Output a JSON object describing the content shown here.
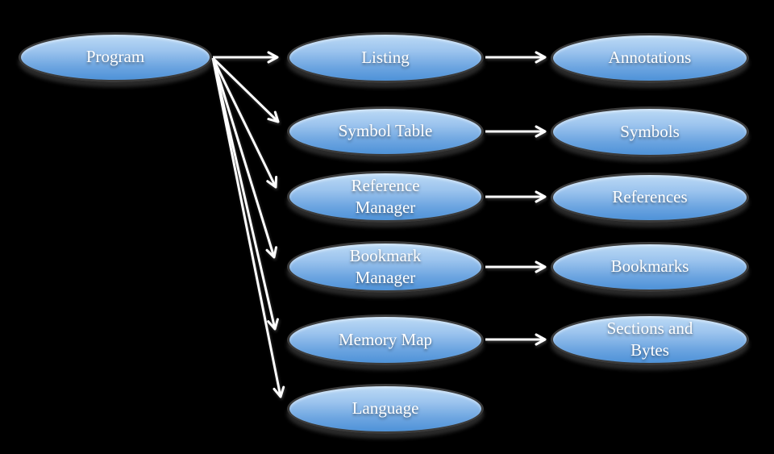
{
  "colors": {
    "background": "#000000",
    "node_fill_top": "#bcdaf5",
    "node_fill_bottom": "#4e92d8",
    "node_border": "#3a3a3a",
    "node_text": "#ffffff",
    "arrow": "#ffffff"
  },
  "nodes": {
    "program": {
      "label": "Program",
      "lines": [
        "Program"
      ]
    },
    "listing": {
      "label": "Listing",
      "lines": [
        "Listing"
      ]
    },
    "annotations": {
      "label": "Annotations",
      "lines": [
        "Annotations"
      ]
    },
    "symbol_table": {
      "label": "Symbol Table",
      "lines": [
        "Symbol Table"
      ]
    },
    "symbols": {
      "label": "Symbols",
      "lines": [
        "Symbols"
      ]
    },
    "reference_manager": {
      "label": "Reference Manager",
      "lines": [
        "Reference",
        "Manager"
      ]
    },
    "references": {
      "label": "References",
      "lines": [
        "References"
      ]
    },
    "bookmark_manager": {
      "label": "Bookmark Manager",
      "lines": [
        "Bookmark",
        "Manager"
      ]
    },
    "bookmarks": {
      "label": "Bookmarks",
      "lines": [
        "Bookmarks"
      ]
    },
    "memory_map": {
      "label": "Memory Map",
      "lines": [
        "Memory Map"
      ]
    },
    "sections_and_bytes": {
      "label": "Sections and Bytes",
      "lines": [
        "Sections and",
        "Bytes"
      ]
    },
    "language": {
      "label": "Language",
      "lines": [
        "Language"
      ]
    }
  },
  "edges": [
    {
      "from": "Program",
      "to": "Listing"
    },
    {
      "from": "Program",
      "to": "Symbol Table"
    },
    {
      "from": "Program",
      "to": "Reference Manager"
    },
    {
      "from": "Program",
      "to": "Bookmark Manager"
    },
    {
      "from": "Program",
      "to": "Memory Map"
    },
    {
      "from": "Program",
      "to": "Language"
    },
    {
      "from": "Listing",
      "to": "Annotations"
    },
    {
      "from": "Symbol Table",
      "to": "Symbols"
    },
    {
      "from": "Reference Manager",
      "to": "References"
    },
    {
      "from": "Bookmark Manager",
      "to": "Bookmarks"
    },
    {
      "from": "Memory Map",
      "to": "Sections and Bytes"
    }
  ]
}
